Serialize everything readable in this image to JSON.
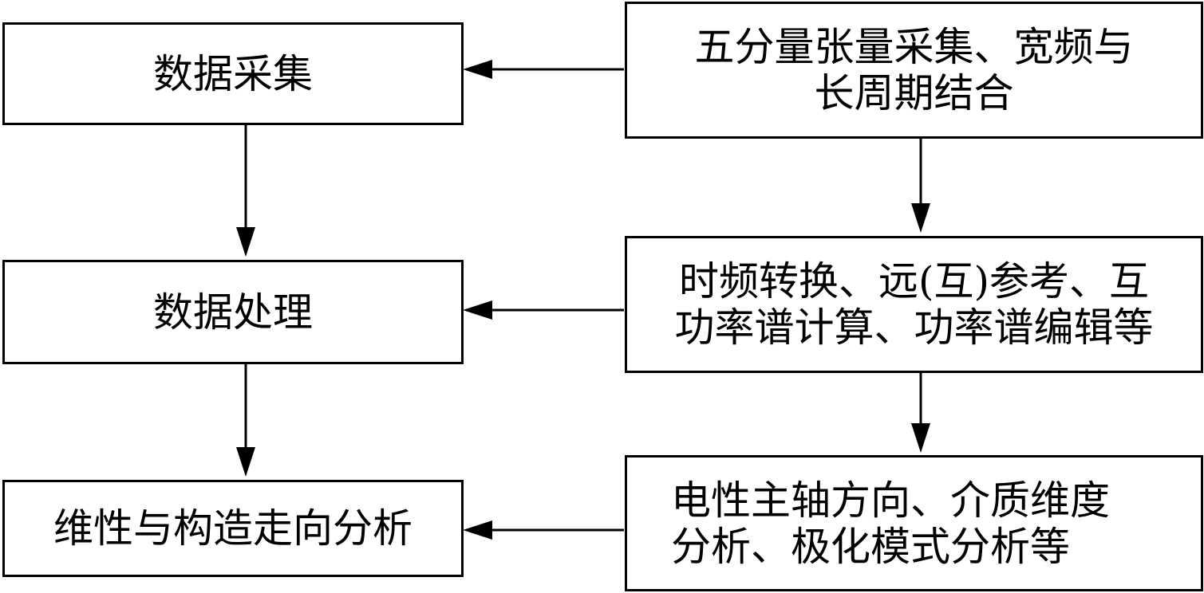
{
  "left_column": {
    "acquisition": "数据采集",
    "processing": "数据处理",
    "analysis": "维性与构造走向分析"
  },
  "right_column": {
    "acquisition_detail": [
      "五分量张量采集、宽频与",
      "长周期结合"
    ],
    "processing_detail": [
      "时频转换、远(互)参考、互",
      "功率谱计算、功率谱编辑等"
    ],
    "analysis_detail": [
      "电性主轴方向、介质维度",
      "分析、极化模式分析等"
    ]
  }
}
